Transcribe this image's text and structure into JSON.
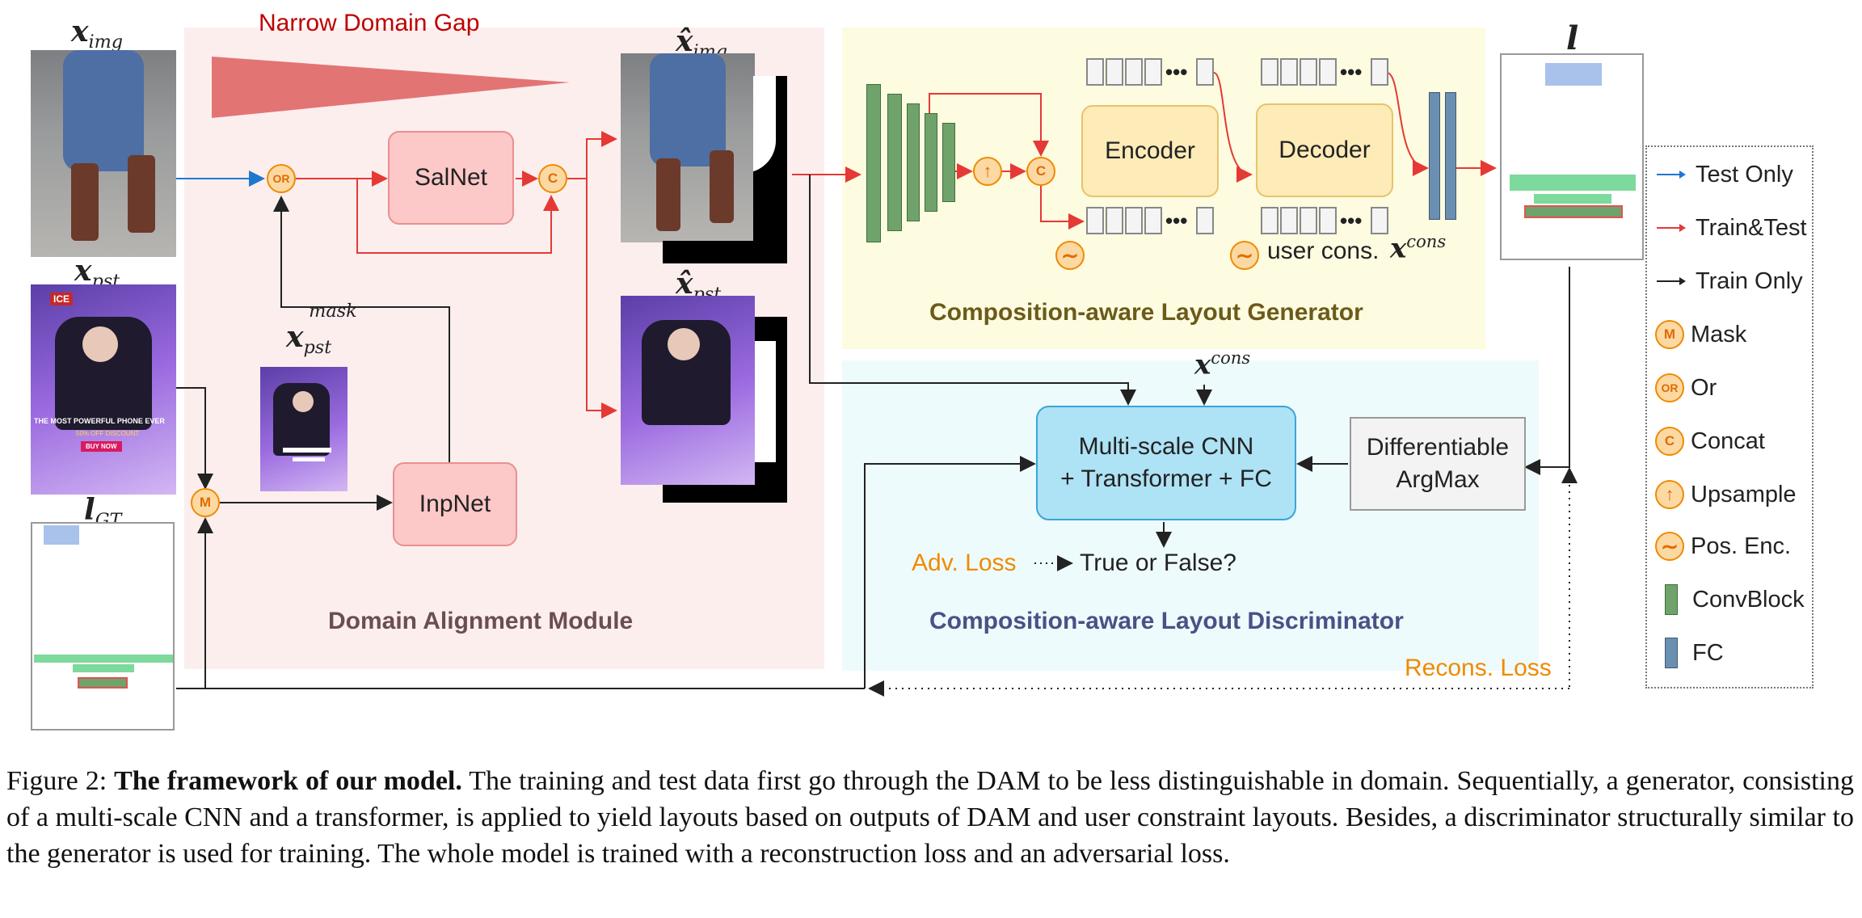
{
  "diagram": {
    "banner_label": "Narrow Domain Gap",
    "inputs": {
      "x_img": {
        "base": "x",
        "sub": "img"
      },
      "x_pst": {
        "base": "x",
        "sub": "pst"
      },
      "x_pst_mask": {
        "base": "x",
        "sub": "pst",
        "sup": "mask"
      },
      "l_gt": {
        "base": "l",
        "sub": "GT"
      }
    },
    "outputs": {
      "xhat_img": {
        "base": "x̂",
        "sub": "img"
      },
      "xhat_pst": {
        "base": "x̂",
        "sub": "pst"
      },
      "l": {
        "base": "l"
      }
    },
    "poster_text": {
      "logo": "ICE",
      "headline": "THE MOST POWERFUL PHONE EVER",
      "sub": "50% OFF DISCOUNT",
      "cta": "BUY NOW"
    },
    "modules": {
      "salnet": "SalNet",
      "inpnet": "InpNet",
      "encoder": "Encoder",
      "decoder": "Decoder",
      "disc_line1": "Multi-scale CNN",
      "disc_line2": "+ Transformer + FC",
      "argmax_line1": "Differentiable",
      "argmax_line2": "ArgMax"
    },
    "ops": {
      "or": "OR",
      "concat": "C",
      "mask": "M",
      "upsample": "↑"
    },
    "regions": {
      "dam": "Domain Alignment Module",
      "generator": "Composition-aware Layout Generator",
      "discriminator": "Composition-aware Layout Discriminator"
    },
    "annotations": {
      "user_cons": "user cons.",
      "x_cons": {
        "base": "x",
        "sup": "cons"
      },
      "adv_loss": "Adv. Loss",
      "true_false": "True or False?",
      "recons_loss": "Recons. Loss"
    },
    "legend": [
      {
        "label": "Test Only",
        "icon": "blue-arrow-icon"
      },
      {
        "label": "Train&Test",
        "icon": "red-arrow-icon"
      },
      {
        "label": "Train Only",
        "icon": "black-arrow-icon"
      },
      {
        "label": "Mask",
        "icon": "mask-op-icon",
        "glyph": "M"
      },
      {
        "label": "Or",
        "icon": "or-op-icon",
        "glyph": "OR"
      },
      {
        "label": "Concat",
        "icon": "concat-op-icon",
        "glyph": "C"
      },
      {
        "label": "Upsample",
        "icon": "upsample-op-icon",
        "glyph": "↑"
      },
      {
        "label": "Pos. Enc.",
        "icon": "positional-encoding-icon"
      },
      {
        "label": "ConvBlock",
        "icon": "convblock-icon"
      },
      {
        "label": "FC",
        "icon": "fc-icon"
      }
    ],
    "colors": {
      "dam_bg": "#fdeeee",
      "generator_bg": "#fdfbe0",
      "discriminator_bg": "#eefbfd",
      "test_only": "#1f77d0",
      "train_test": "#e53935",
      "train_only": "#222222",
      "op_fill": "#fcd9a3",
      "op_stroke": "#f08a00",
      "loss_text": "#f08a00",
      "banner": "#e06666",
      "banner_text": "#c00000",
      "convblock": "#6fa36b",
      "fc": "#6b8fb0"
    }
  },
  "caption": {
    "label": "Figure 2:",
    "title": "The framework of our model.",
    "body": "The training and test data first go through the DAM to be less distinguishable in domain. Sequentially, a generator, consisting of a multi-scale CNN and a transformer, is applied to yield layouts based on outputs of DAM and user constraint layouts. Besides, a discriminator structurally similar to the generator is used for training. The whole model is trained with a reconstruction loss and an adversarial loss."
  }
}
